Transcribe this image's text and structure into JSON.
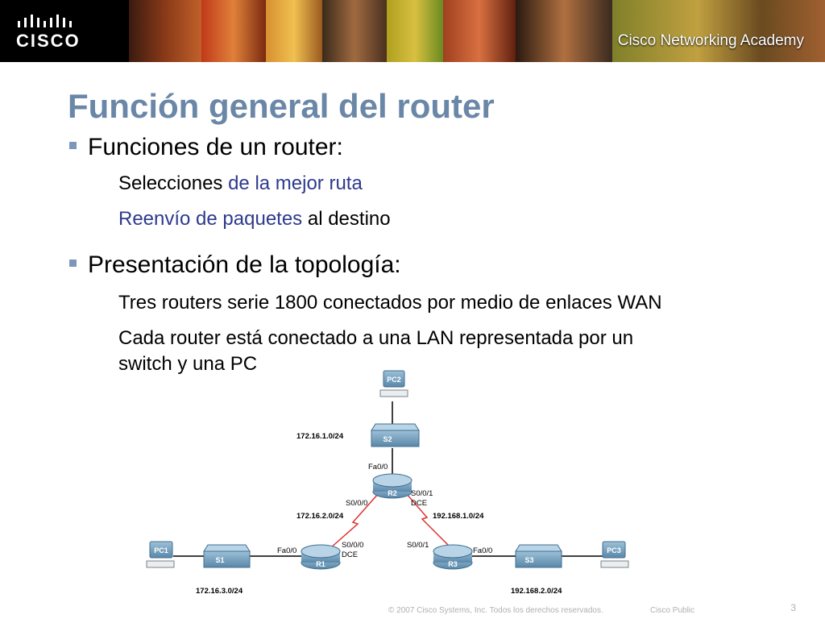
{
  "header": {
    "logo_text": "CISCO",
    "academy_name": "Cisco Networking Academy"
  },
  "slide": {
    "title": "Función general del router",
    "bullets": [
      {
        "text": "Funciones de un router:"
      },
      {
        "text": "Presentación de la topología:"
      }
    ],
    "sub1": {
      "plain": "Selecciones ",
      "highlight": "de la mejor ruta"
    },
    "sub2": {
      "highlight": "Reenvío de paquetes",
      "plain": " al destino"
    },
    "sub3": "Tres routers serie 1800 conectados por medio de enlaces WAN",
    "sub4_line1": "Cada router está conectado a una LAN representada por un",
    "sub4_line2": "switch y una PC"
  },
  "topology": {
    "devices": {
      "pc1": "PC1",
      "pc2": "PC2",
      "pc3": "PC3",
      "s1": "S1",
      "s2": "S2",
      "s3": "S3",
      "r1": "R1",
      "r2": "R2",
      "r3": "R3"
    },
    "networks": {
      "net_top": "172.16.1.0/24",
      "net_left_wan": "172.16.2.0/24",
      "net_right_wan": "192.168.1.0/24",
      "net_left_lan": "172.16.3.0/24",
      "net_right_lan": "192.168.2.0/24"
    },
    "interfaces": {
      "r2_fa": "Fa0/0",
      "r2_s000": "S0/0/0",
      "r2_s001": "S0/0/1",
      "r2_dce": "DCE",
      "r1_fa": "Fa0/0",
      "r1_s000": "S0/0/0",
      "r1_dce": "DCE",
      "r3_s001": "S0/0/1",
      "r3_fa": "Fa0/0"
    },
    "colors": {
      "device": "#6f9ab7",
      "device_dark": "#3f6f91",
      "wan_link": "#e03030",
      "lan_link": "#000000"
    }
  },
  "footer": {
    "copyright": "© 2007 Cisco Systems, Inc. Todos los derechos reservados.",
    "classification": "Cisco Public",
    "page_number": "3"
  }
}
